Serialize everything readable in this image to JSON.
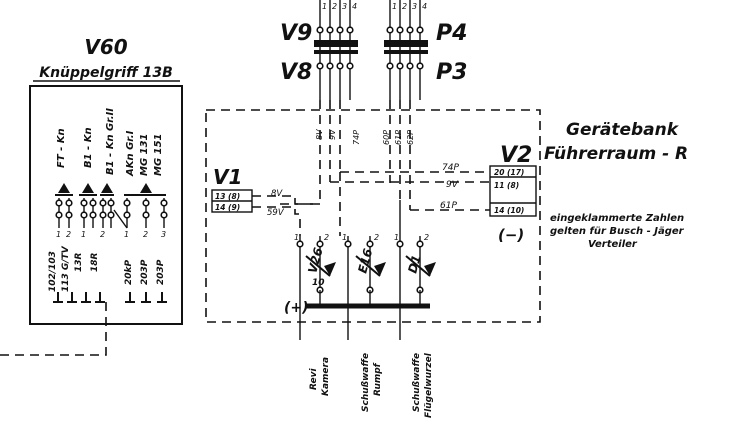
{
  "v60": {
    "title": "V60",
    "subtitle": "Knüppelgriff 13B",
    "switch_labels": [
      "FT - Kn",
      "B1 - Kn",
      "B1 - Kn Gr.II",
      "AKn Gr.I",
      "MG 131",
      "MG 151"
    ],
    "pin_labels": [
      "1",
      "2",
      "1",
      "2",
      "1",
      "2",
      "3"
    ],
    "wire_labels": [
      "102/103",
      "113 G/TV",
      "13R",
      "18R",
      "20kP",
      "203P",
      "203P"
    ]
  },
  "top": {
    "v9": "V9",
    "v8": "V8",
    "p4": "P4",
    "p3": "P3",
    "v_pins": [
      "1",
      "2",
      "3",
      "4"
    ],
    "p_pins": [
      "1",
      "2",
      "3",
      "4"
    ]
  },
  "v1": {
    "title": "V1",
    "rows": [
      "13 (8)",
      "14 (9)"
    ],
    "wires": [
      "8V",
      "59V"
    ]
  },
  "v2": {
    "title": "V2",
    "rows": [
      "20 (17)",
      "11 (8)",
      "14 (10)"
    ],
    "wires": [
      "74P",
      "9V",
      "61P"
    ],
    "polarity": "(−)"
  },
  "geraetebank": {
    "line1": "Gerätebank",
    "line2": "Führerraum - R"
  },
  "note": {
    "line1": "eingeklammerte Zahlen",
    "line2": "gelten für Busch - Jäger",
    "line3": "Verteiler"
  },
  "vertical_wires": [
    "8V",
    "9V",
    "74P",
    "60P",
    "61P",
    "62P"
  ],
  "switches": [
    {
      "name": "V26",
      "number": "10",
      "pins": [
        "1",
        "2"
      ]
    },
    {
      "name": "E16",
      "number": "",
      "pins": [
        "1",
        "2"
      ]
    },
    {
      "name": "D1",
      "number": "",
      "pins": [
        "1",
        "2"
      ]
    }
  ],
  "bus": {
    "polarity": "(+)"
  },
  "bottom_labels": [
    {
      "line1": "Revi",
      "line2": "Kamera"
    },
    {
      "line1": "Schußwaffe",
      "line2": "Rumpf"
    },
    {
      "line1": "Schußwaffe",
      "line2": "Flügelwurzel"
    }
  ]
}
